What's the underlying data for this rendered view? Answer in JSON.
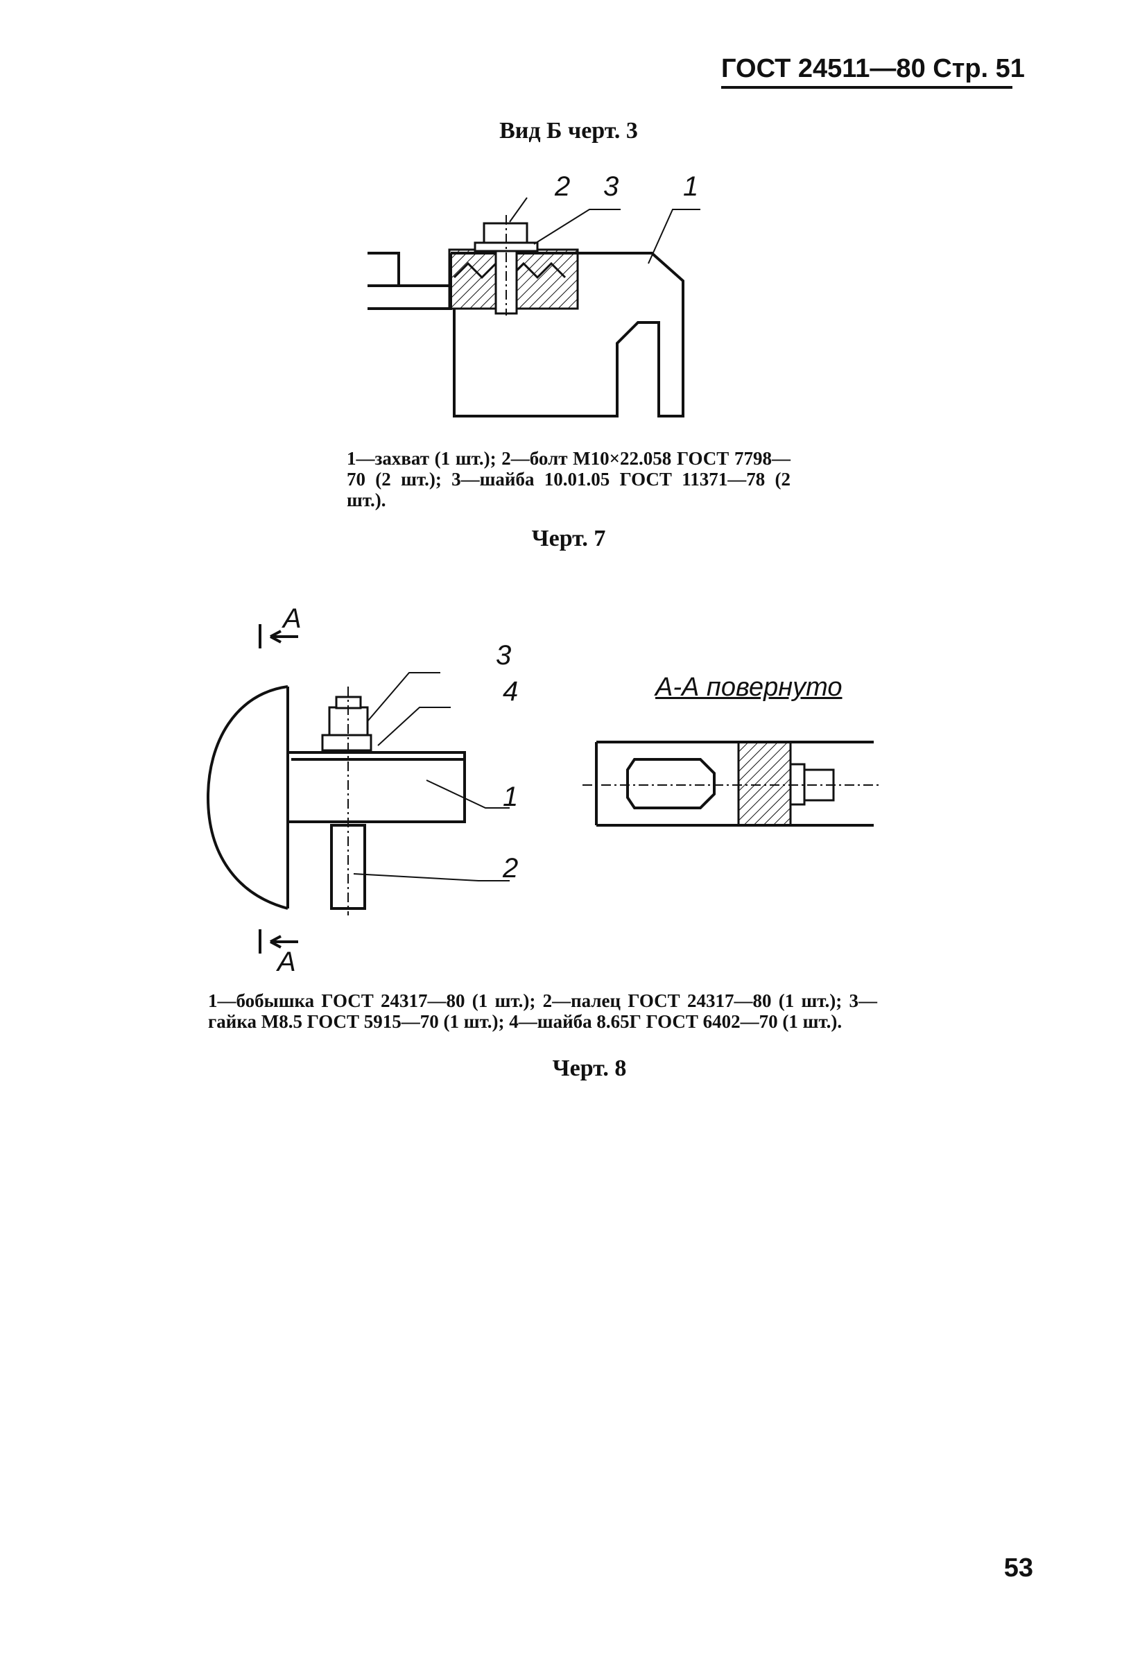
{
  "header": {
    "text": "ГОСТ 24511—80 Стр. 51"
  },
  "figure7": {
    "title": "Вид Б черт. 3",
    "callouts": [
      "2",
      "3",
      "1"
    ],
    "caption": "1—захват (1 шт.); 2—болт М10×22.058 ГОСТ 7798—70 (2 шт.); 3—шайба 10.01.05 ГОСТ 11371—78 (2 шт.).",
    "label": "Черт. 7"
  },
  "figure8": {
    "section_mark": "А",
    "section_title": "А-А повернуто",
    "callouts": [
      "3",
      "4",
      "1",
      "2"
    ],
    "caption": "1—бобышка ГОСТ 24317—80 (1 шт.); 2—палец ГОСТ 24317—80 (1 шт.); 3—гайка М8.5 ГОСТ 5915—70 (1 шт.); 4—шайба 8.65Г ГОСТ 6402—70 (1 шт.).",
    "label": "Черт. 8"
  },
  "page_number": "53"
}
